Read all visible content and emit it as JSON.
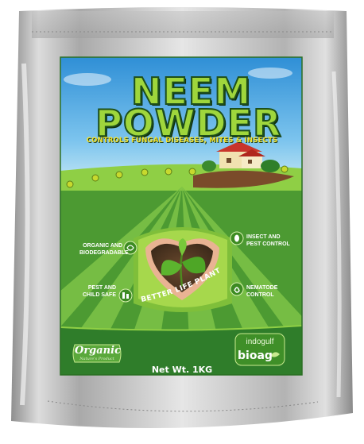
{
  "product": {
    "title_line1": "NEEM",
    "title_line2": "POWDER",
    "tagline": "CONTROLS FUNGAL DISEASES, MITES & INSECTS",
    "curved_text": "BETTER LIFE PLANT",
    "net_weight": "Net Wt. 1KG"
  },
  "features": [
    {
      "line1": "ORGANIC AND",
      "line2": "BIODEGRADABLE",
      "icon": "recycle-icon"
    },
    {
      "line1": "INSECT AND",
      "line2": "PEST CONTROL",
      "icon": "bug-icon"
    },
    {
      "line1": "PEST AND",
      "line2": "CHILD SAFE",
      "icon": "family-icon"
    },
    {
      "line1": "NEMATODE",
      "line2": "CONTROL",
      "icon": "worm-icon"
    }
  ],
  "badge": {
    "line1": "Organic",
    "line2": "Nature's Product"
  },
  "brand": {
    "line1": "indogulf",
    "line2": "bioag"
  },
  "colors": {
    "sky": "#3aa0de",
    "field_green": "#5aa83b",
    "title_fill": "#9fd63c",
    "tagline": "#f3e32d",
    "foil": "#c9c9c9"
  }
}
